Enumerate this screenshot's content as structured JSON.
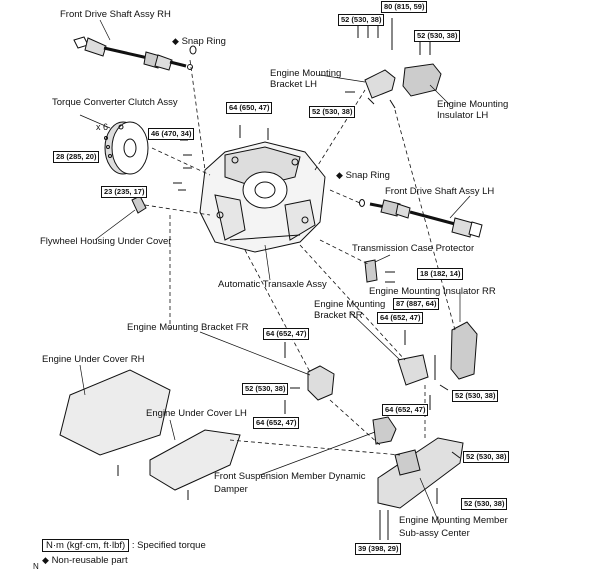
{
  "labels": {
    "front_drive_shaft_rh": "Front Drive Shaft Assy RH",
    "snap_ring_top": "Snap Ring",
    "torque_converter": "Torque Converter Clutch Assy",
    "x6": "x 6",
    "engine_mounting_bracket_lh": "Engine Mounting Bracket LH",
    "engine_mounting_insulator_lh": "Engine Mounting Insulator LH",
    "snap_ring_mid": "Snap Ring",
    "front_drive_shaft_lh": "Front Drive Shaft Assy LH",
    "flywheel_cover": "Flywheel Housing Under Cover",
    "transmission_case_protector": "Transmission Case Protector",
    "automatic_transaxle": "Automatic Transaxle Assy",
    "engine_mounting_insulator_rr": "Engine Mounting Insulator RR",
    "engine_mounting_bracket_rr": "Engine Mounting Bracket RR",
    "engine_mounting_bracket_fr": "Engine Mounting Bracket FR",
    "engine_under_cover_rh": "Engine Under Cover RH",
    "engine_under_cover_lh": "Engine Under Cover LH",
    "front_suspension_damper": "Front Suspension Member Dynamic Damper",
    "engine_mounting_member": "Engine Mounting Member Sub-assy Center"
  },
  "torques": {
    "t80": "80 (815, 59)",
    "t52a": "52 (530, 38)",
    "t52b": "52 (530, 38)",
    "t52c": "52 (530, 38)",
    "t64a": "64 (650, 47)",
    "t46": "46 (470, 34)",
    "t28": "28 (285, 20)",
    "t23": "23 (235, 17)",
    "t18": "18 (182, 14)",
    "t87": "87 (887, 64)",
    "t64b": "64 (652, 47)",
    "t64c": "64 (652, 47)",
    "t52d": "52 (530, 38)",
    "t52e": "52 (530, 38)",
    "t64d": "64 (652, 47)",
    "t64e": "64 (652, 47)",
    "t52f": "52 (530, 38)",
    "t52g": "52 (530, 38)",
    "t39": "39 (398, 29)"
  },
  "legend": {
    "unit_box": "N·m (kgf·cm, ft·lbf)",
    "unit_text": ": Specified torque",
    "non_reusable": "Non-reusable part",
    "corner_mark": "N"
  },
  "symbols": {
    "non_reusable": "diamond-icon"
  }
}
